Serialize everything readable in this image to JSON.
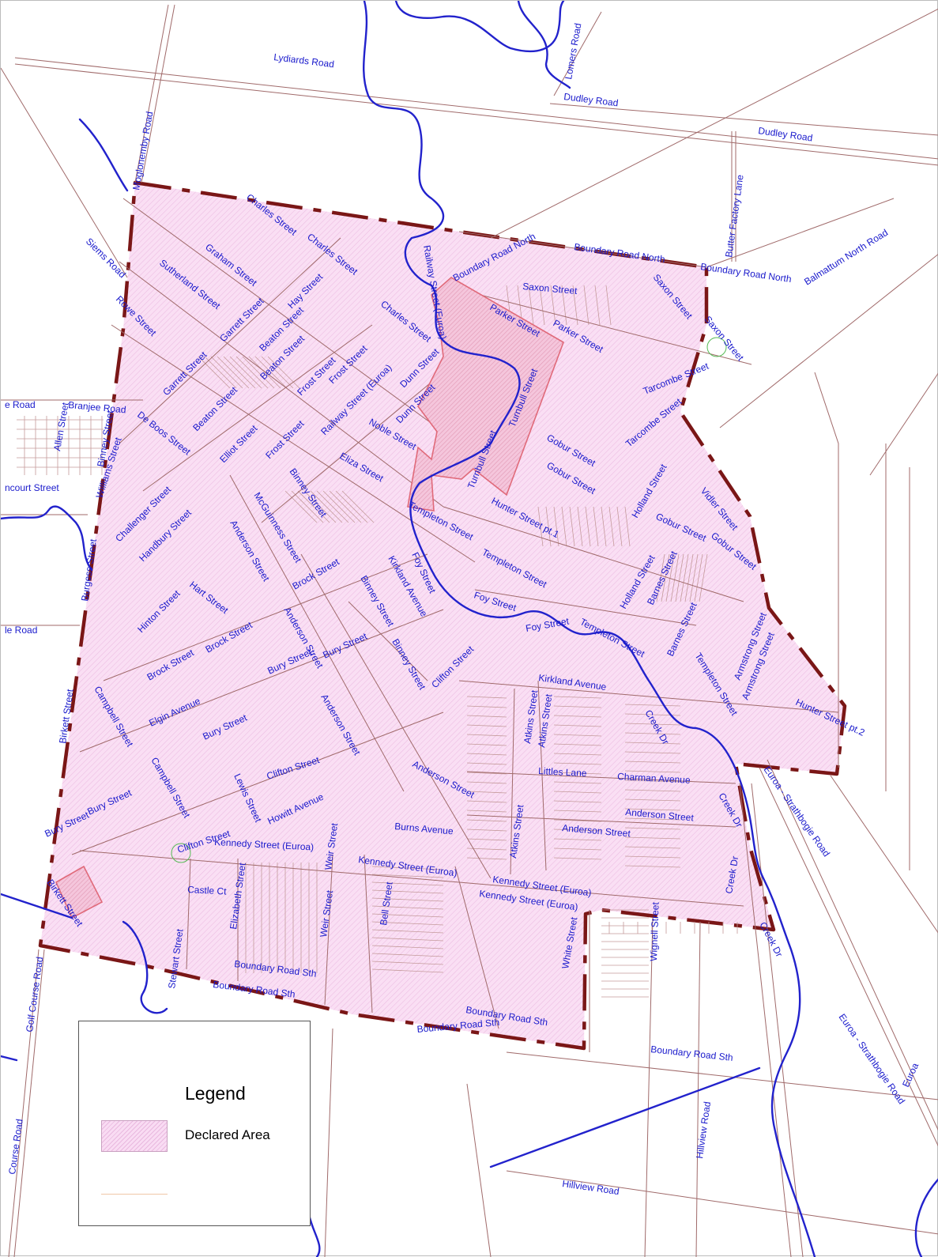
{
  "legend": {
    "title": "Legend",
    "items": [
      {
        "label": "Declared Area",
        "color": "#f9dcf3"
      }
    ]
  },
  "colors": {
    "road": "#a06a6a",
    "creek": "#2222cc",
    "boundary": "#7a1616",
    "label": "#1a1acc",
    "fill": "#f9dcf3"
  },
  "labels": {
    "lydiards": "Lydiards Road",
    "lomers": "Lomers Road",
    "dudley1": "Dudley Road",
    "dudley2": "Dudley Road",
    "moglonemby": "Moglonemby Road",
    "butter": "Butter Factory Lane",
    "balmattum": "Balmattum North Road",
    "brn1": "Boundary Road North",
    "brn2": "Boundary Road North",
    "brn3": "Boundary Road North",
    "siems": "Siems Road",
    "charles1": "Charles Street",
    "charles2": "Charles Street",
    "charles3": "Charles Street",
    "graham": "Graham Street",
    "sutherland": "Sutherland Street",
    "rowe": "Rowe Street",
    "garrett1": "Garrett Street",
    "garrett2": "Garrett Street",
    "hay": "Hay Street",
    "beaton1": "Beaton Street",
    "beaton2": "Beaton Street",
    "beaton3": "Beaton Street",
    "frost1": "Frost Street",
    "frost2": "Frost Street",
    "frost3": "Frost Street",
    "railwayE1": "Railway Street (Euroa)",
    "railwayE2": "Railway Street (Euroa)",
    "dunn1": "Dunn Street",
    "dunn2": "Dunn Street",
    "noble": "Noble Street",
    "saxon1": "Saxon Street",
    "saxon2": "Saxon Street",
    "saxon3": "Saxon Street",
    "parker1": "Parker Street",
    "parker2": "Parker Street",
    "turnbull1": "Turnbull Street",
    "turnbull2": "Turnbull Street",
    "tarcombe1": "Tarcombe Street",
    "tarcombe2": "Tarcombe Street",
    "road_frag": "e Road",
    "branjee": "Branjee Road",
    "allen": "Allen Street",
    "binney_w": "Binney Street",
    "deboos": "De Boos Street",
    "elliot": "Elliot Street",
    "williams": "Williams Street",
    "ncourt": "ncourt Street",
    "challenger": "Challenger Street",
    "handbury": "Handbury Street",
    "mcguinness": "McGuinness Street",
    "binney1": "Binney Street",
    "binney2": "Binney Street",
    "binney3": "Binney Street",
    "eliza": "Eliza Street",
    "gobur1": "Gobur Street",
    "gobur2": "Gobur Street",
    "gobur3": "Gobur Street",
    "gobur4": "Gobur Street",
    "holland1": "Holland Street",
    "holland2": "Holland Street",
    "vidler": "Vidler Street",
    "hunter1": "Hunter Street pt.1",
    "hunter2": "Hunter Street pt.2",
    "templeton1": "Templeton Street",
    "templeton2": "Templeton Street",
    "templeton3": "Templeton Street",
    "templeton4": "Templeton Street",
    "foy1": "Foy Street",
    "foy2": "Foy Street",
    "foy3": "Foy Street",
    "kirkland1": "Kirkland Avenue",
    "kirkland2": "Kirkland Avenue",
    "anderson1": "Anderson Street",
    "anderson2": "Anderson Street",
    "anderson3": "Anderson Street",
    "anderson4": "Anderson Street",
    "anderson5": "Anderson Street",
    "anderson6": "Anderson Street",
    "brock1": "Brock Street",
    "brock2": "Brock Street",
    "brock3": "Brock Street",
    "hart": "Hart Street",
    "hinton": "Hinton Street",
    "burgess": "Burgess Street",
    "birkett1": "Birkett Street",
    "le_road": "le Road",
    "campbell1": "Campbell Street",
    "campbell2": "Campbell Street",
    "elgin": "Elgin Avenue",
    "bury1": "Bury Street",
    "bury2": "Bury Street",
    "bury3": "Bury Street",
    "bury4": "Bury Street",
    "bury5": "Bury Street",
    "clifton1": "Clifton Street",
    "clifton2": "Clifton Street",
    "clifton3": "Clifton Street",
    "barnes1": "Barnes Street",
    "barnes2": "Barnes Street",
    "armstrong1": "Armstrong Street",
    "armstrong2": "Armstrong Street",
    "creek1": "Creek Dr",
    "creek2": "Creek Dr",
    "creek3": "Creek Dr",
    "creek4": "Creek Dr",
    "atkins1": "Atkins Street",
    "atkins2": "Atkins Street",
    "atkins3": "Atkins Street",
    "littles": "Littles Lane",
    "charman": "Charman Avenue",
    "lewis": "Lewis Street",
    "howitt": "Howitt Avenue",
    "burns": "Burns Avenue",
    "kennedy1": "Kennedy Street (Euroa)",
    "kennedy2": "Kennedy Street (Euroa)",
    "kennedy3": "Kennedy Street (Euroa)",
    "kennedy4": "Kennedy Street (Euroa)",
    "weir1": "Weir Street",
    "weir2": "Weir Street",
    "castle": "Castle Ct",
    "elizabeth": "Elizabeth Street",
    "bell": "Bell Street",
    "birkett2": "Birkett Street",
    "golfcourse1": "Golf Course Road",
    "golfcourse2": "Course Road",
    "stewart": "Stewart Street",
    "brs1": "Boundary Road Sth",
    "brs2": "Boundary Road Sth",
    "brs3": "Boundary Road Sth",
    "brs4": "Boundary Road Sth",
    "brs5": "Boundary Road Sth",
    "white": "White Street",
    "wignell": "Wignell Street",
    "euroa1": "Euroa - Strathbogie Road",
    "euroa2": "Euroa - Strathbogie Road",
    "euroa3": "Euroa",
    "hillview1": "Hillview Road",
    "hillview2": "Hillview Road"
  }
}
